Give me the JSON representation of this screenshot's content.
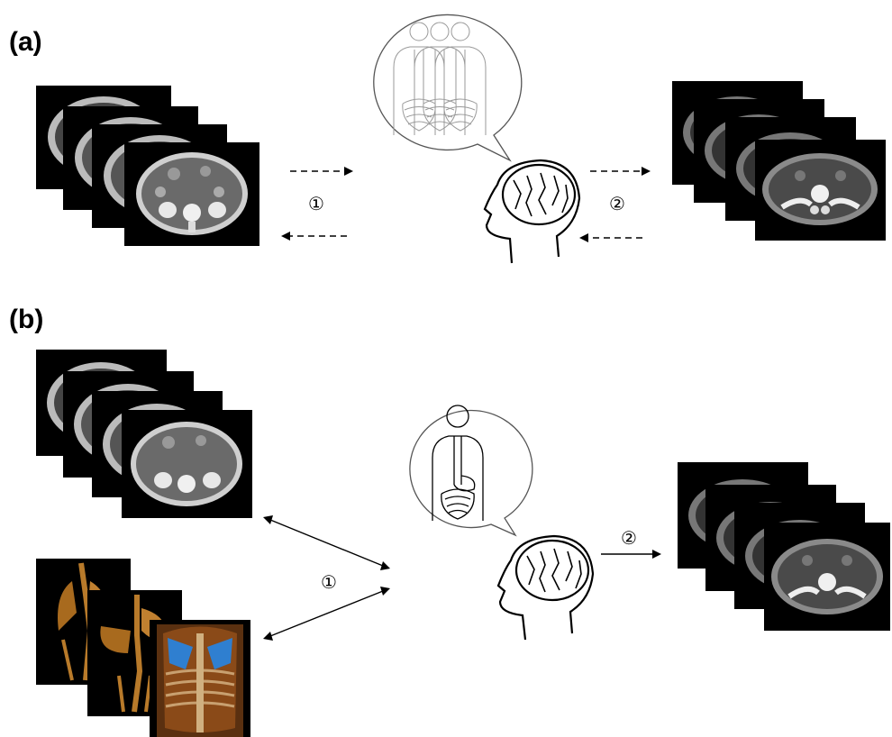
{
  "panels": {
    "a": {
      "label": "(a)",
      "step1": "①",
      "step2": "②"
    },
    "b": {
      "label": "(b)",
      "step1": "①",
      "step2": "②"
    }
  },
  "icons": {
    "thought_bubble": "speech-bubble",
    "head": "human-head-with-brain",
    "anatomy_overlay": "multiple-overlapping-body-outlines",
    "anatomy_single": "single-body-digestive-outline",
    "ct_stack": "axial-ct-slice-stack",
    "volume_render": "3d-volume-rendering"
  },
  "colors": {
    "ink": "#000000",
    "volume_render_bone": "#b87a2a",
    "lung_highlight": "#2f7fd0"
  }
}
